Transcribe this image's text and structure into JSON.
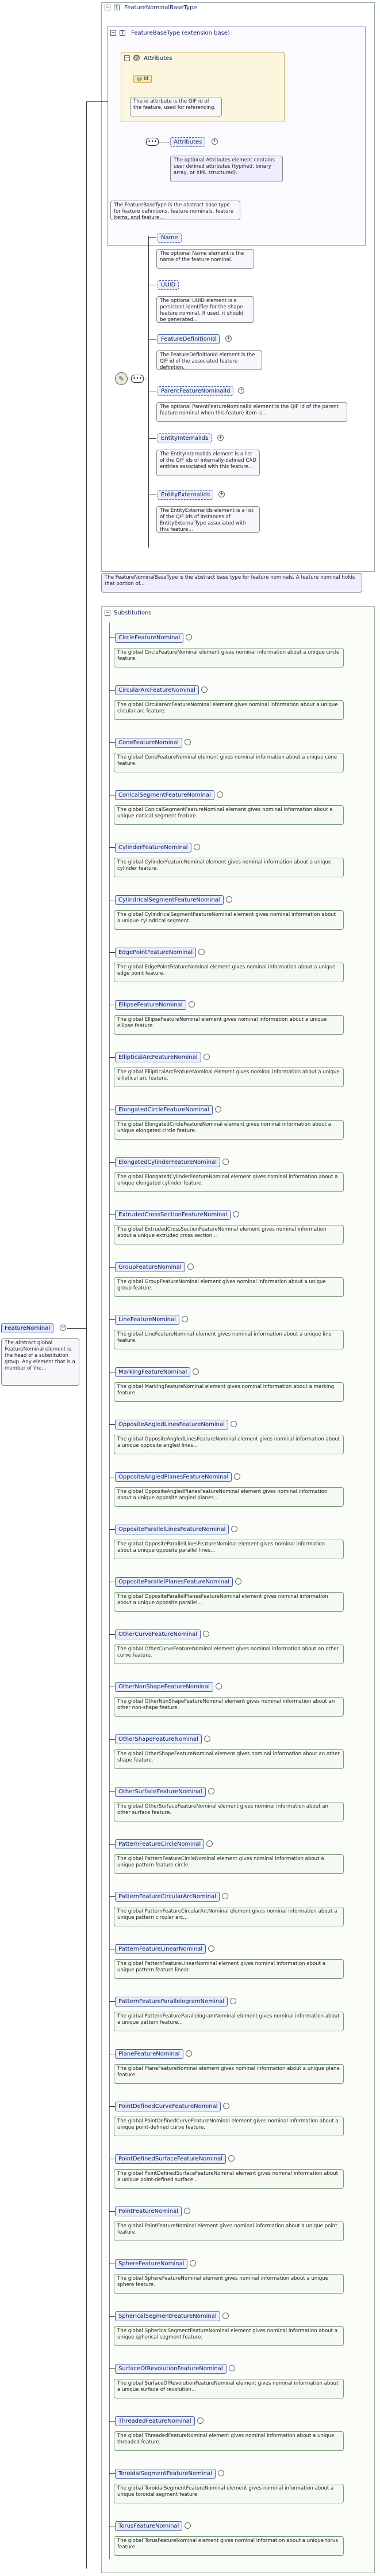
{
  "type_box": {
    "title": "FeatureNominalBaseType",
    "base_label": "FeatureBaseType (extension base)",
    "attributes_label": "Attributes",
    "id_attr": "id",
    "id_doc": "The id attribute is the QIF id of the feature, used for referencing.",
    "attributes_ref": "Attributes",
    "attributes_ref_doc": "The optional Attributes element contains user defined attributes (typified, binary array, or XML structured).",
    "base_doc": "The FeatureBaseType is the abstract base type for feature definitions, feature nominals, feature items, and feature...",
    "elements": [
      {
        "name": "Name",
        "doc": "The optional Name element is the name of the feature nominal."
      },
      {
        "name": "UUID",
        "doc": "The optional UUID element is a persistent identifier for the shape feature nominal. If used, it should be generated..."
      },
      {
        "name": "FeatureDefinitionId",
        "doc": "The FeatureDefinitionId element is the QIF id of the associated feature definition."
      },
      {
        "name": "ParentFeatureNominalId",
        "doc": "The optional ParentFeatureNominalId element is the QIF id of the parent feature nominal when this feature item is..."
      },
      {
        "name": "EntityInternalIds",
        "doc": "The EntityInternalIds element is a list of the QIF ids of internally-defined CAD entities associated with this feature..."
      },
      {
        "name": "EntityExternalIds",
        "doc": "The EntityExternalIds element is a list of the QIF ids of instances of EntityExternalType associated with this feature..."
      }
    ],
    "type_doc": "The FeatureNominalBaseType is the abstract base type for feature nominals. A feature nominal holds that portion of..."
  },
  "root": {
    "name": "FeatureNominal",
    "doc": "The abstract global FeatureNominal element is the head of a substitution group. Any element that is a member of the..."
  },
  "substitutions": {
    "label": "Substitutions",
    "items": [
      {
        "name": "CircleFeatureNominal",
        "doc": "The global CircleFeatureNominal element gives nominal information about a unique circle feature."
      },
      {
        "name": "CircularArcFeatureNominal",
        "doc": "The global CircularArcFeatureNominal element gives nominal information about a unique circular arc feature."
      },
      {
        "name": "ConeFeatureNominal",
        "doc": "The global ConeFeatureNominal element gives nominal information about a unique cone feature."
      },
      {
        "name": "ConicalSegmentFeatureNominal",
        "doc": "The global ConicalSegmentFeatureNominal element gives nominal information about a unique conical segment feature."
      },
      {
        "name": "CylinderFeatureNominal",
        "doc": "The global CylinderFeatureNominal element gives nominal information about a unique cylinder feature."
      },
      {
        "name": "CylindricalSegmentFeatureNominal",
        "doc": "The global CylindricalSegmentFeatureNominal element gives nominal information about a unique cylindrical segment..."
      },
      {
        "name": "EdgePointFeatureNominal",
        "doc": "The global EdgePointFeatureNominal element gives nominal information about a unique edge point feature."
      },
      {
        "name": "EllipseFeatureNominal",
        "doc": "The global EllipseFeatureNominal element gives nominal information about a unique ellipse feature."
      },
      {
        "name": "EllipticalArcFeatureNominal",
        "doc": "The global EllipticalArcFeatureNominal element gives nominal information about a unique elliptical arc feature."
      },
      {
        "name": "ElongatedCircleFeatureNominal",
        "doc": "The global ElongatedCircleFeatureNominal element gives nominal information about a unique elongated circle feature."
      },
      {
        "name": "ElongatedCylinderFeatureNominal",
        "doc": "The global ElongatedCylinderFeatureNominal element gives nominal information about a unique elongated cylinder feature."
      },
      {
        "name": "ExtrudedCrossSectionFeatureNominal",
        "doc": "The global ExtrudedCrossSectionFeatureNominal element gives nominal information about a unique extruded cross section..."
      },
      {
        "name": "GroupFeatureNominal",
        "doc": "The global GroupFeatureNominal element gives nominal information about a unique group feature."
      },
      {
        "name": "LineFeatureNominal",
        "doc": "The global LineFeatureNominal element gives nominal information about a unique line feature."
      },
      {
        "name": "MarkingFeatureNominal",
        "doc": "The global MarkingFeatureNominal element gives nominal information about a marking feature."
      },
      {
        "name": "OppositeAngledLinesFeatureNominal",
        "doc": "The global OppositeAngledLinesFeatureNominal element gives nominal information about a unique opposite angled lines..."
      },
      {
        "name": "OppositeAngledPlanesFeatureNominal",
        "doc": "The global OppositeAngledPlanesFeatureNominal element gives nominal information about a unique opposite angled planes..."
      },
      {
        "name": "OppositeParallelLinesFeatureNominal",
        "doc": "The global OppositeParallelLinesFeatureNominal element gives nominal information about a unique opposite parallel lines..."
      },
      {
        "name": "OppositeParallelPlanesFeatureNominal",
        "doc": "The global OppositeParallelPlanesFeatureNominal element gives nominal information about a unique opposite parallel..."
      },
      {
        "name": "OtherCurveFeatureNominal",
        "doc": "The global OtherCurveFeatureNominal element gives nominal information about an other curve feature."
      },
      {
        "name": "OtherNonShapeFeatureNominal",
        "doc": "The global OtherNonShapeFeatureNominal element gives nominal information about an other non-shape feature."
      },
      {
        "name": "OtherShapeFeatureNominal",
        "doc": "The global OtherShapeFeatureNominal element gives nominal information about an other shape feature."
      },
      {
        "name": "OtherSurfaceFeatureNominal",
        "doc": "The global OtherSurfaceFeatureNominal element gives nominal information about an other surface feature."
      },
      {
        "name": "PatternFeatureCircleNominal",
        "doc": "The global PatternFeatureCircleNominal element gives nominal information about a unique pattern feature circle."
      },
      {
        "name": "PatternFeatureCircularArcNominal",
        "doc": "The global PatternFeatureCircularArcNominal element gives nominal information about a unique pattern circular arc..."
      },
      {
        "name": "PatternFeatureLinearNominal",
        "doc": "The global PatternFeatureLinearNominal element gives nominal information about a unique pattern feature linear."
      },
      {
        "name": "PatternFeatureParallelogramNominal",
        "doc": "The global PatternFeatureParallelogramNominal element gives nominal information about a unique pattern feature..."
      },
      {
        "name": "PlaneFeatureNominal",
        "doc": "The global PlaneFeatureNominal element gives nominal information about a unique plane feature."
      },
      {
        "name": "PointDefinedCurveFeatureNominal",
        "doc": "The global PointDefinedCurveFeatureNominal element gives nominal information about a unique point-defined curve feature."
      },
      {
        "name": "PointDefinedSurfaceFeatureNominal",
        "doc": "The global PointDefinedSurfaceFeatureNominal element gives nominal information about a unique point-defined surface..."
      },
      {
        "name": "PointFeatureNominal",
        "doc": "The global PointFeatureNominal element gives nominal information about a unique point feature."
      },
      {
        "name": "SphereFeatureNominal",
        "doc": "The global SphereFeatureNominal element gives nominal information about a unique sphere feature."
      },
      {
        "name": "SphericalSegmentFeatureNominal",
        "doc": "The global SphericalSegmentFeatureNominal element gives nominal information about a unique spherical segment feature."
      },
      {
        "name": "SurfaceOfRevolutionFeatureNominal",
        "doc": "The global SurfaceOfRevolutionFeatureNominal element gives nominal information about a unique surface of revolution..."
      },
      {
        "name": "ThreadedFeatureNominal",
        "doc": "The global ThreadedFeatureNominal element gives nominal information about a unique threaded feature."
      },
      {
        "name": "ToroidalSegmentFeatureNominal",
        "doc": "The global ToroidalSegmentFeatureNominal element gives nominal information about a unique toroidal segment feature."
      },
      {
        "name": "TorusFeatureNominal",
        "doc": "The global TorusFeatureNominal element gives nominal information about a unique torus feature."
      }
    ]
  }
}
